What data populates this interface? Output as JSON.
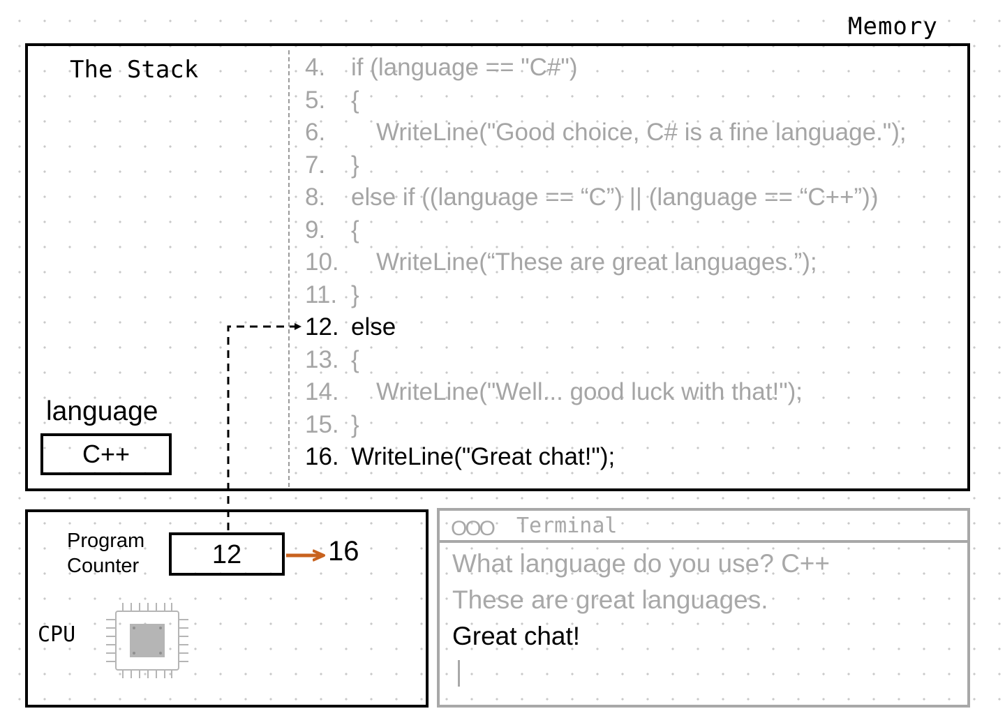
{
  "memory_label": "Memory",
  "stack": {
    "title": "The Stack",
    "variable": {
      "name": "language",
      "value": "C++"
    }
  },
  "code": [
    {
      "line": "4.",
      "text": "if (language == \"C#\")",
      "indent": false,
      "active": false
    },
    {
      "line": "5.",
      "text": "{",
      "indent": false,
      "active": false
    },
    {
      "line": "6.",
      "text": "WriteLine(\"Good choice, C# is a fine language.\");",
      "indent": true,
      "active": false
    },
    {
      "line": "7.",
      "text": "}",
      "indent": false,
      "active": false
    },
    {
      "line": "8.",
      "text": "else if ((language == “C”) || (language == “C++”))",
      "indent": false,
      "active": false
    },
    {
      "line": "9.",
      "text": "{",
      "indent": false,
      "active": false
    },
    {
      "line": "10.",
      "text": "WriteLine(“These are great languages.”);",
      "indent": true,
      "active": false
    },
    {
      "line": "11.",
      "text": "}",
      "indent": false,
      "active": false
    },
    {
      "line": "12.",
      "text": "else",
      "indent": false,
      "active": true
    },
    {
      "line": "13.",
      "text": "{",
      "indent": false,
      "active": false
    },
    {
      "line": "14.",
      "text": "WriteLine(\"Well... good luck with that!\");",
      "indent": true,
      "active": false
    },
    {
      "line": "15.",
      "text": "}",
      "indent": false,
      "active": false
    },
    {
      "line": "16.",
      "text": "WriteLine(\"Great chat!\");",
      "indent": false,
      "active": true
    }
  ],
  "cpu": {
    "label": "CPU",
    "program_counter_label_line1": "Program",
    "program_counter_label_line2": "Counter",
    "program_counter_value": "12",
    "program_counter_next": "16"
  },
  "terminal": {
    "dots": "OOO",
    "title": "Terminal",
    "lines": [
      {
        "text": "What language do you use? C++",
        "active": false
      },
      {
        "text": "These are great languages.",
        "active": false
      },
      {
        "text": "Great chat!",
        "active": true
      }
    ]
  },
  "colors": {
    "active": "#000000",
    "inactive": "#a5a5a5",
    "arrow_accent": "#c8621e"
  }
}
